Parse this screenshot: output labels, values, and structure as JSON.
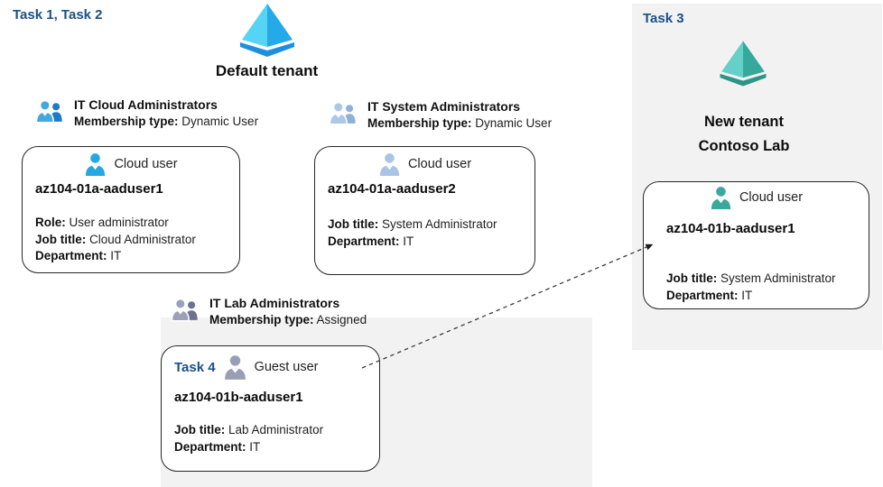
{
  "labels": {
    "task12": "Task 1, Task 2",
    "task3": "Task 3",
    "task4": "Task 4"
  },
  "left_tenant": {
    "title": "Default tenant",
    "groups": [
      {
        "name": "IT Cloud Administrators",
        "membership_label": "Membership type:",
        "membership_value": "Dynamic User"
      },
      {
        "name": "IT System Administrators",
        "membership_label": "Membership type:",
        "membership_value": "Dynamic User"
      },
      {
        "name": "IT Lab Administrators",
        "membership_label": "Membership type:",
        "membership_value": "Assigned"
      }
    ],
    "users": [
      {
        "type_label": "Cloud user",
        "name": "az104-01a-aaduser1",
        "fields": [
          {
            "label": "Role:",
            "value": "User administrator"
          },
          {
            "label": "Job title:",
            "value": "Cloud Administrator"
          },
          {
            "label": "Department:",
            "value": "IT"
          }
        ]
      },
      {
        "type_label": "Cloud user",
        "name": "az104-01a-aaduser2",
        "fields": [
          {
            "label": "Job title:",
            "value": "System Administrator"
          },
          {
            "label": "Department:",
            "value": "IT"
          }
        ]
      },
      {
        "type_label": "Guest user",
        "name": "az104-01b-aaduser1",
        "fields": [
          {
            "label": "Job title:",
            "value": "Lab Administrator"
          },
          {
            "label": "Department:",
            "value": "IT"
          }
        ]
      }
    ]
  },
  "right_tenant": {
    "title_line1": "New tenant",
    "title_line2": "Contoso Lab",
    "user": {
      "type_label": "Cloud user",
      "name": "az104-01b-aaduser1",
      "fields": [
        {
          "label": "Job title:",
          "value": "System Administrator"
        },
        {
          "label": "Department:",
          "value": "IT"
        }
      ]
    }
  },
  "icons": {
    "left_tenant": "azure-ad-tenant-icon-blue",
    "right_tenant": "azure-ad-tenant-icon-teal",
    "groups": "user-group-icon",
    "cloud_user": "person-icon",
    "guest_user": "person-icon"
  },
  "colors": {
    "task_label_blue": "#1a5086",
    "panel_gray": "#f2f2f2",
    "box_border": "#262626",
    "arrow": "#3c3c3c",
    "azure_blue_light": "#55d4f5",
    "azure_blue_mid": "#24aae8",
    "azure_blue_dark": "#1d8fe0",
    "azure_teal_light": "#64d0c8",
    "azure_teal_mid": "#36a89c",
    "azure_teal_dark": "#2d9488",
    "cloud_user_blue": "#23a8e0",
    "cloud_user_pale_blue": "#a9c5e6",
    "guest_user_gray": "#9a9eb5",
    "cloud_user_teal": "#3ba89e",
    "group_cloud_front": "#41a9de",
    "group_cloud_back": "#1f78c8",
    "group_system_front": "#abc8e8",
    "group_system_back": "#8fb0d9",
    "group_lab_front": "#9ca0b8",
    "group_lab_back": "#6d7090"
  }
}
